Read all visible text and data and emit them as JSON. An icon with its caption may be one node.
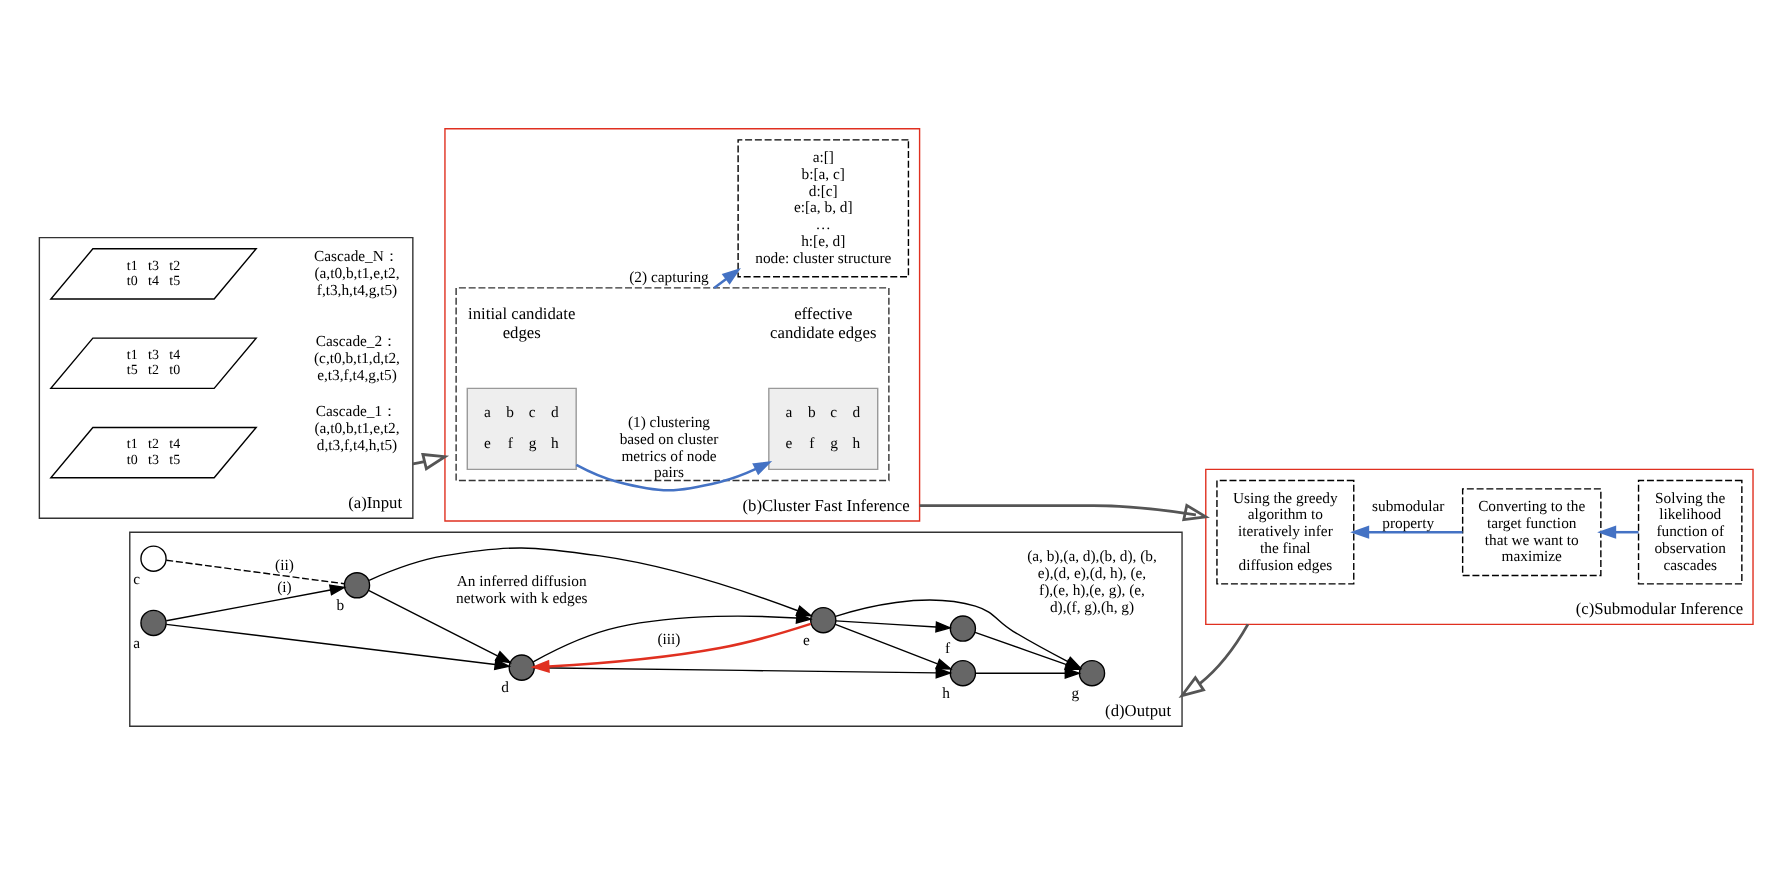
{
  "diagram": {
    "nodes": [
      {
        "text": [
          "(a)Input"
        ]
      },
      {
        "text": [
          "t1",
          "t2",
          "t4",
          "t0",
          "t3",
          "t5"
        ],
        "in": 0,
        "beside": [
          "Cascade_1：",
          "(a,t0,b,t1,e,t2, d,t3,f,t4,h,t5)"
        ]
      },
      {
        "text": [
          "t1",
          "t3",
          "t4",
          "t5",
          "t2",
          "t0"
        ],
        "in": 0,
        "beside": [
          "Cascade_2：",
          "(c,t0,b,t1,d,t2, e,t3,f,t4,g,t5)"
        ]
      },
      {
        "text": [
          "t1",
          "t3",
          "t2",
          "t0",
          "t4",
          "t5"
        ],
        "in": 0,
        "beside": [
          "Cascade_N：",
          "(a,t0,b,t1,e,t2, f,t3,h,t4,g,t5)"
        ]
      },
      {
        "text": [
          "(b)Cluster Fast Inference"
        ]
      },
      {
        "text": [],
        "shape": "box",
        "in": 4
      },
      {
        "text": [
          "a",
          "b",
          "c",
          "d",
          "e",
          "f",
          "g",
          "h"
        ],
        "in": 5,
        "beside": [
          "initial candidate edges"
        ]
      },
      {
        "text": [
          "a",
          "b",
          "c",
          "d",
          "e",
          "f",
          "g",
          "h"
        ],
        "in": 5,
        "beside": [
          "effective candidate edges"
        ]
      },
      {
        "text": [
          "a:[]",
          "b:[a, c]",
          "d:[c]",
          "e:[a, b, d]",
          "…",
          "h:[e, d]",
          "node: cluster structure"
        ],
        "in": 4
      },
      {
        "text": [
          "(c)Submodular Inference"
        ]
      },
      {
        "text": [
          "Using the greedy algorithm to iteratively infer the final diffusion edges"
        ],
        "in": 9
      },
      {
        "text": [
          "Converting to the target function that we want to maximize"
        ],
        "in": 9
      },
      {
        "text": [
          "Solving the likelihood function of observation cascades"
        ],
        "in": 9
      },
      {
        "text": [
          "(d)Output"
        ]
      },
      {
        "text": [],
        "shape": "circle",
        "in": 13,
        "beside": [
          "a"
        ]
      },
      {
        "text": [],
        "shape": "circle",
        "in": 13,
        "beside": [
          "b"
        ]
      },
      {
        "text": [],
        "shape": "circle",
        "in": 13,
        "beside": [
          "c"
        ]
      },
      {
        "text": [],
        "shape": "circle",
        "in": 13,
        "beside": [
          "d"
        ]
      },
      {
        "text": [],
        "shape": "circle",
        "in": 13,
        "beside": [
          "e"
        ]
      },
      {
        "text": [],
        "shape": "circle",
        "in": 13,
        "beside": [
          "f"
        ]
      },
      {
        "text": [],
        "shape": "circle",
        "in": 13,
        "beside": [
          "g"
        ]
      },
      {
        "text": [],
        "shape": "circle",
        "in": 13,
        "beside": [
          "h"
        ]
      }
    ],
    "edges": [
      {
        "from": 0,
        "to": 4,
        "arrow": "to"
      },
      {
        "from": 6,
        "to": 7,
        "arrow": "to",
        "label": "(1) clustering based on cluster metrics of node pairs",
        "color": "#4472c4"
      },
      {
        "from": 5,
        "to": 8,
        "arrow": "to",
        "label": "(2) capturing",
        "color": "#4472c4"
      },
      {
        "from": 4,
        "to": 9,
        "arrow": "to"
      },
      {
        "from": 12,
        "to": 11,
        "arrow": "to",
        "color": "#4472c4"
      },
      {
        "from": 11,
        "to": 10,
        "arrow": "to",
        "label": "submodular property",
        "color": "#4472c4"
      },
      {
        "from": 9,
        "to": 13,
        "arrow": "to"
      },
      {
        "from": 14,
        "to": 15,
        "arrow": "to",
        "label": "(i)"
      },
      {
        "from": 14,
        "to": 17,
        "arrow": "to"
      },
      {
        "from": 16,
        "to": 15,
        "arrow": "none",
        "style": "dashed",
        "label": "(ii)"
      },
      {
        "from": 15,
        "to": 18,
        "arrow": "to"
      },
      {
        "from": 15,
        "to": 17,
        "arrow": "to"
      },
      {
        "from": 17,
        "to": 18,
        "arrow": "to"
      },
      {
        "from": 18,
        "to": 17,
        "arrow": "to",
        "color": "#e03020",
        "label": "(iii)"
      },
      {
        "from": 18,
        "to": 19,
        "arrow": "to"
      },
      {
        "from": 18,
        "to": 21,
        "arrow": "to"
      },
      {
        "from": 18,
        "to": 20,
        "arrow": "to"
      },
      {
        "from": 17,
        "to": 21,
        "arrow": "to"
      },
      {
        "from": 19,
        "to": 20,
        "arrow": "to"
      },
      {
        "from": 21,
        "to": 20,
        "arrow": "to"
      }
    ],
    "labels": [
      "An inferred diffusion network with k edges",
      "(a, b),(a, d),(b, d), (b, e),(d, e),(d, h), (e, f),(e, h),(e, g), (e, d),(f, g),(h, g)"
    ]
  }
}
